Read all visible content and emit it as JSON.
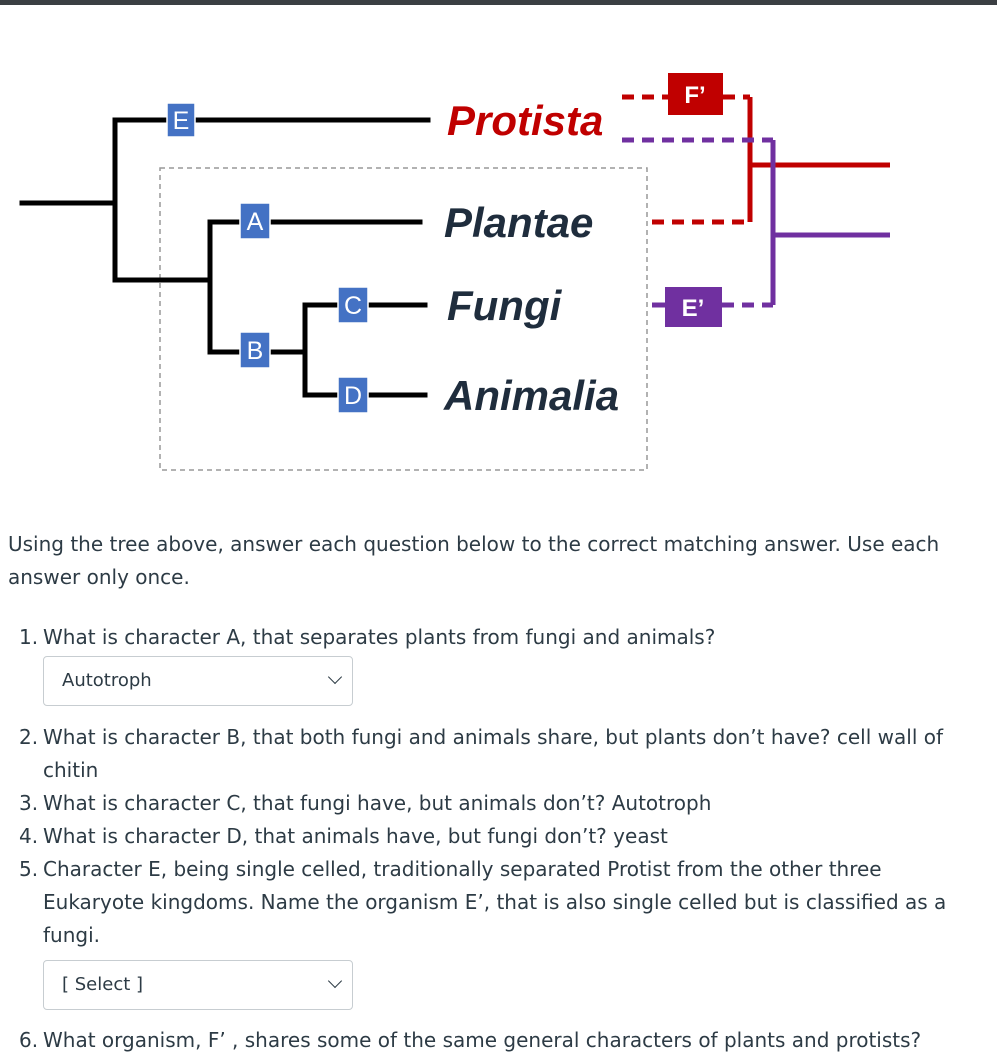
{
  "tree": {
    "taxa": [
      "Protista",
      "Plantae",
      "Fungi",
      "Animalia"
    ],
    "characters": [
      "E",
      "A",
      "B",
      "C",
      "D",
      "F’",
      "E’"
    ],
    "colors": {
      "black": "#000000",
      "red": "#c00000",
      "purple": "#7030a0",
      "blue_box": "#4472c4",
      "dashed_box": "#999999"
    }
  },
  "intro": "Using the tree above, answer each question below to the correct matching answer. Use each answer only once.",
  "questions": [
    {
      "number": "1.",
      "text": "What is character A, that separates plants from fungi and animals?"
    },
    {
      "number": "2.",
      "text": "What is character B, that both fungi and animals share, but plants don’t have?",
      "answer": "cell wall of chitin"
    },
    {
      "number": "3.",
      "text": "What is character C, that fungi have, but animals don’t?",
      "answer": "Autotroph"
    },
    {
      "number": "4.",
      "text": "What is character D, that animals have, but fungi don’t?",
      "answer": "yeast"
    },
    {
      "number": "5.",
      "text": "Character E, being single celled, traditionally separated Protist from the other three Eukaryote kingdoms.  Name the organism E’, that is also single celled but is classified as a fungi."
    },
    {
      "number": "6.",
      "text": "What organism, F’ , shares some of the same general characters of plants and protists?"
    }
  ],
  "dropdowns": {
    "q1": "Autotroph",
    "q5": "[ Select ]"
  }
}
